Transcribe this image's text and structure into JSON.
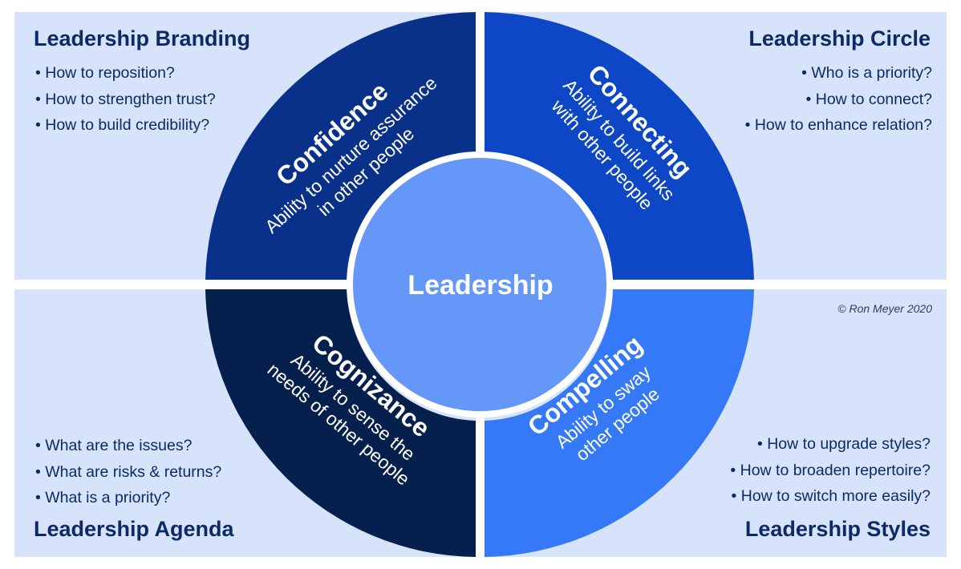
{
  "center": {
    "label": "Leadership"
  },
  "segments": {
    "confidence": {
      "title": "Confidence",
      "line1": "Ability to nurture assurance",
      "line2": "in other people",
      "color": "#0a318a"
    },
    "connecting": {
      "title": "Connecting",
      "line1": "Ability to build links",
      "line2": "with other people",
      "color": "#0d47c6"
    },
    "cognizance": {
      "title": "Cognizance",
      "line1": "Ability to sense the",
      "line2": "needs of other people",
      "color": "#06204e"
    },
    "compelling": {
      "title": "Compelling",
      "line1": "Ability to sway",
      "line2": "other people",
      "color": "#3579f6"
    }
  },
  "quadrants": {
    "branding": {
      "title": "Leadership Branding",
      "questions": [
        "How to reposition?",
        "How to strengthen trust?",
        "How to build credibility?"
      ]
    },
    "circle": {
      "title": "Leadership Circle",
      "questions": [
        "Who is a priority?",
        "How to connect?",
        "How to enhance relation?"
      ]
    },
    "agenda": {
      "title": "Leadership Agenda",
      "questions": [
        "What are the issues?",
        "What are risks & returns?",
        "What is a priority?"
      ]
    },
    "styles": {
      "title": "Leadership Styles",
      "questions": [
        "How to upgrade styles?",
        "How to broaden repertoire?",
        "How to switch more easily?"
      ]
    }
  },
  "copyright": "© Ron Meyer 2020",
  "colors": {
    "panel": "#d6e3fb",
    "heading": "#0b2a66",
    "center_circle": "#6497f7"
  }
}
